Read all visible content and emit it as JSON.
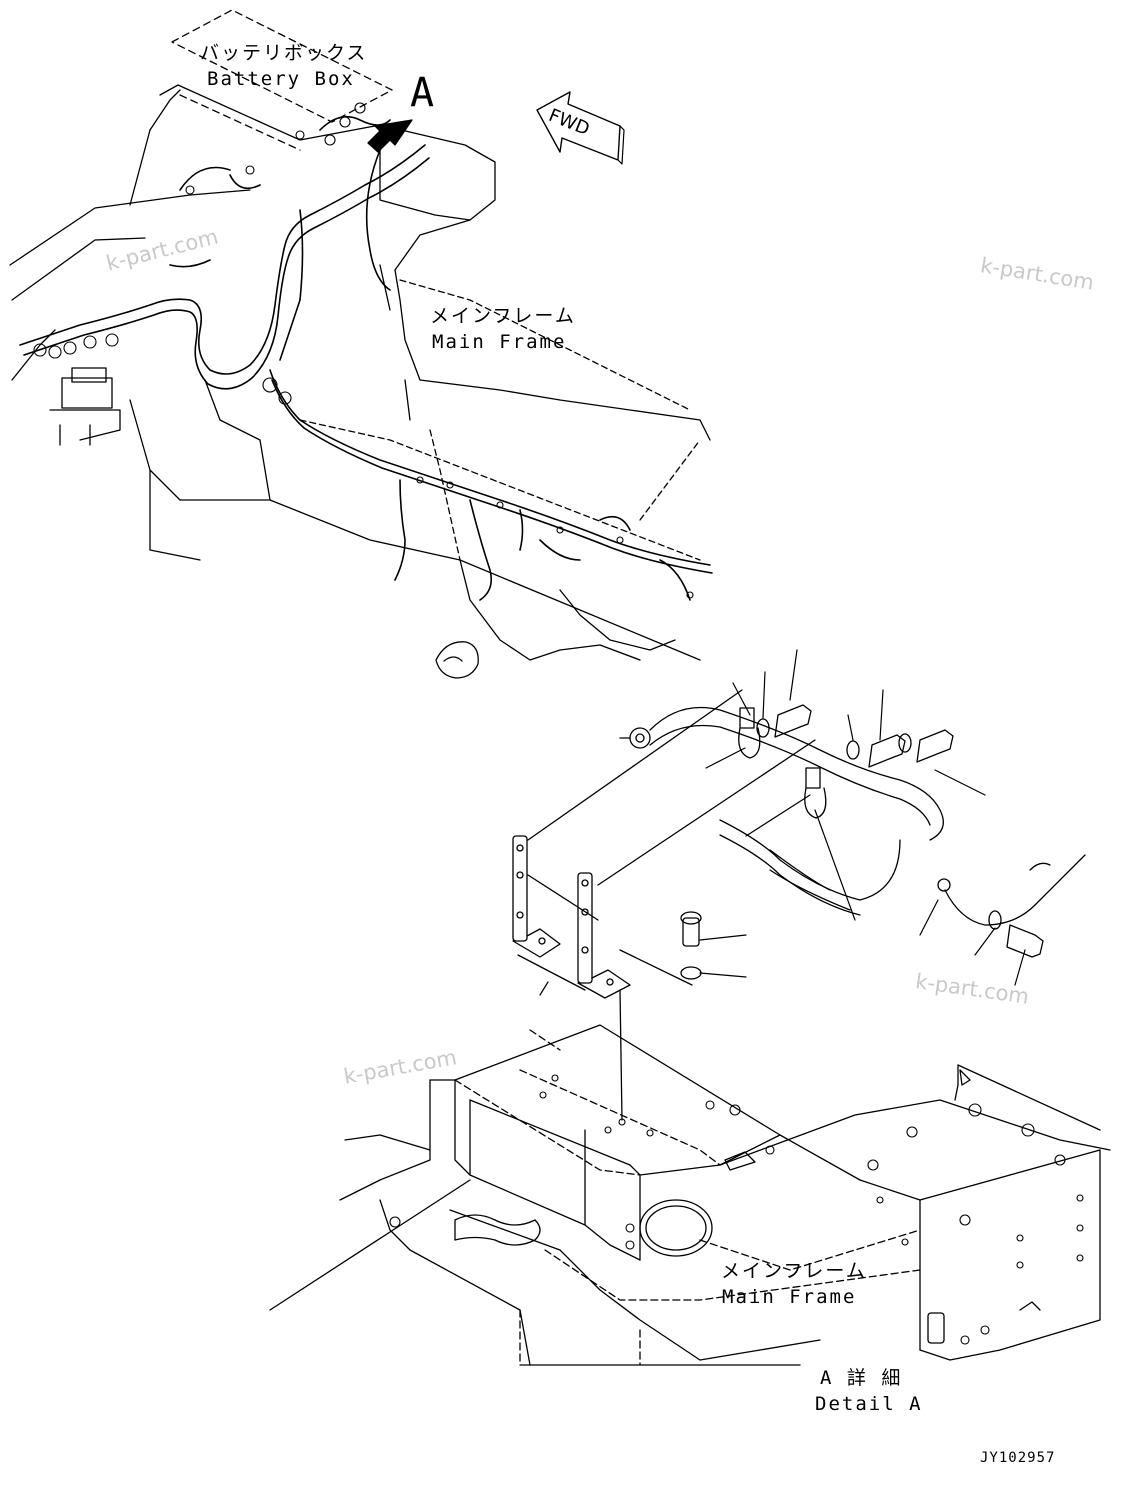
{
  "labels": {
    "battery_box_jp": "バッテリボックス",
    "battery_box_en": "Battery Box",
    "callout_a": "A",
    "fwd": "FWD",
    "main_frame_upper_jp": "メインフレーム",
    "main_frame_upper_en": "Main Frame",
    "main_frame_lower_jp": "メインフレーム",
    "main_frame_lower_en": "Main Frame",
    "detail_a_jp": "A 詳 細",
    "detail_a_en": "Detail A",
    "drawing_code": "JY102957"
  },
  "watermarks": [
    "k-part.com",
    "k-part.com",
    "k-part.com",
    "k-part.com"
  ],
  "colors": {
    "line": "#000000",
    "watermark": "#c9c9c9",
    "background": "#ffffff"
  },
  "icons": [
    "fwd-arrow-icon",
    "callout-arrow-icon"
  ]
}
